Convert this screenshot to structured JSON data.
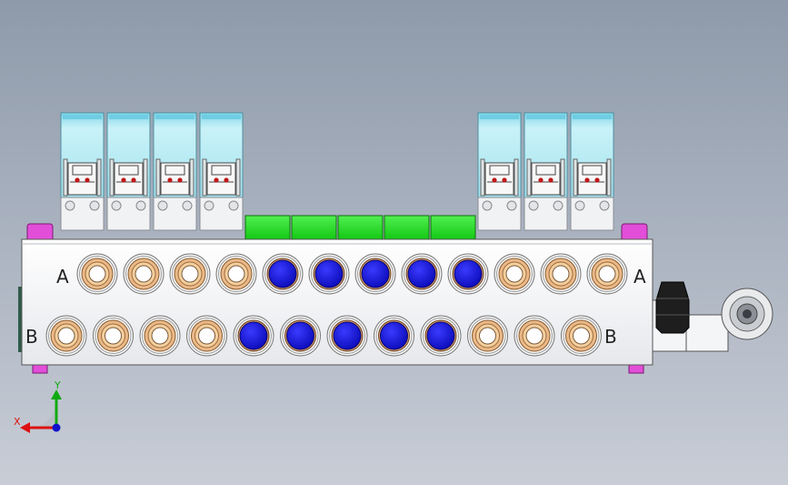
{
  "diagram": {
    "row_a": {
      "label": "A",
      "ports": [
        "plug",
        "plug",
        "plug",
        "plug",
        "fitting",
        "fitting",
        "fitting",
        "fitting",
        "fitting",
        "plug",
        "plug",
        "plug"
      ]
    },
    "row_b": {
      "label": "B",
      "ports": [
        "plug",
        "plug",
        "plug",
        "plug",
        "fitting",
        "fitting",
        "fitting",
        "fitting",
        "fitting",
        "plug",
        "plug",
        "plug"
      ]
    },
    "left_valve_count": 4,
    "right_valve_count": 3,
    "blank_plate_count": 5,
    "triad": {
      "x_label": "X",
      "y_label": "Y"
    },
    "colors": {
      "background_top": "#8e9aaa",
      "manifold": "#f3f4f6",
      "valve_cover": "#aee9f3",
      "blank_plate": "#22dd22",
      "plug_ring": "#e9b98a",
      "fitting": "#1414e0",
      "bolt": "#e24ed8",
      "axis_x": "#dd1111",
      "axis_y": "#11aa11",
      "axis_z": "#1111cc"
    }
  }
}
